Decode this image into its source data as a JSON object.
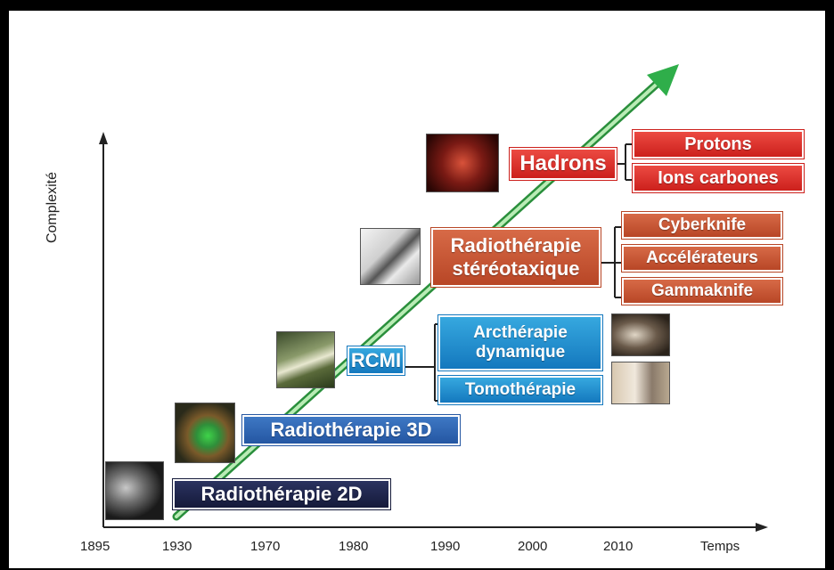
{
  "axes": {
    "y_label": "Complexité",
    "x_label": "Temps",
    "x_ticks": [
      "1895",
      "1930",
      "1970",
      "1980",
      "1990",
      "2000",
      "2010"
    ]
  },
  "stages": {
    "radio_2d": "Radiothérapie 2D",
    "radio_3d": "Radiothérapie 3D",
    "rcmi": "RCMI",
    "stereo_line1": "Radiothérapie",
    "stereo_line2": "stéréotaxique",
    "hadrons": "Hadrons"
  },
  "techniques": {
    "arctherapie_line1": "Arcthérapie",
    "arctherapie_line2": "dynamique",
    "tomotherapie": "Tomothérapie",
    "cyberknife": "Cyberknife",
    "accelerateurs": "Accélérateurs",
    "gammaknife": "Gammaknife",
    "protons": "Protons",
    "ions_carbones": "Ions carbones"
  },
  "colors": {
    "arrow_green": "#3cb44b",
    "navy": "#1b2147",
    "blue": "#2f66b3",
    "cyan": "#1e8fd0",
    "orange": "#c5522f",
    "red": "#dd2a25"
  }
}
